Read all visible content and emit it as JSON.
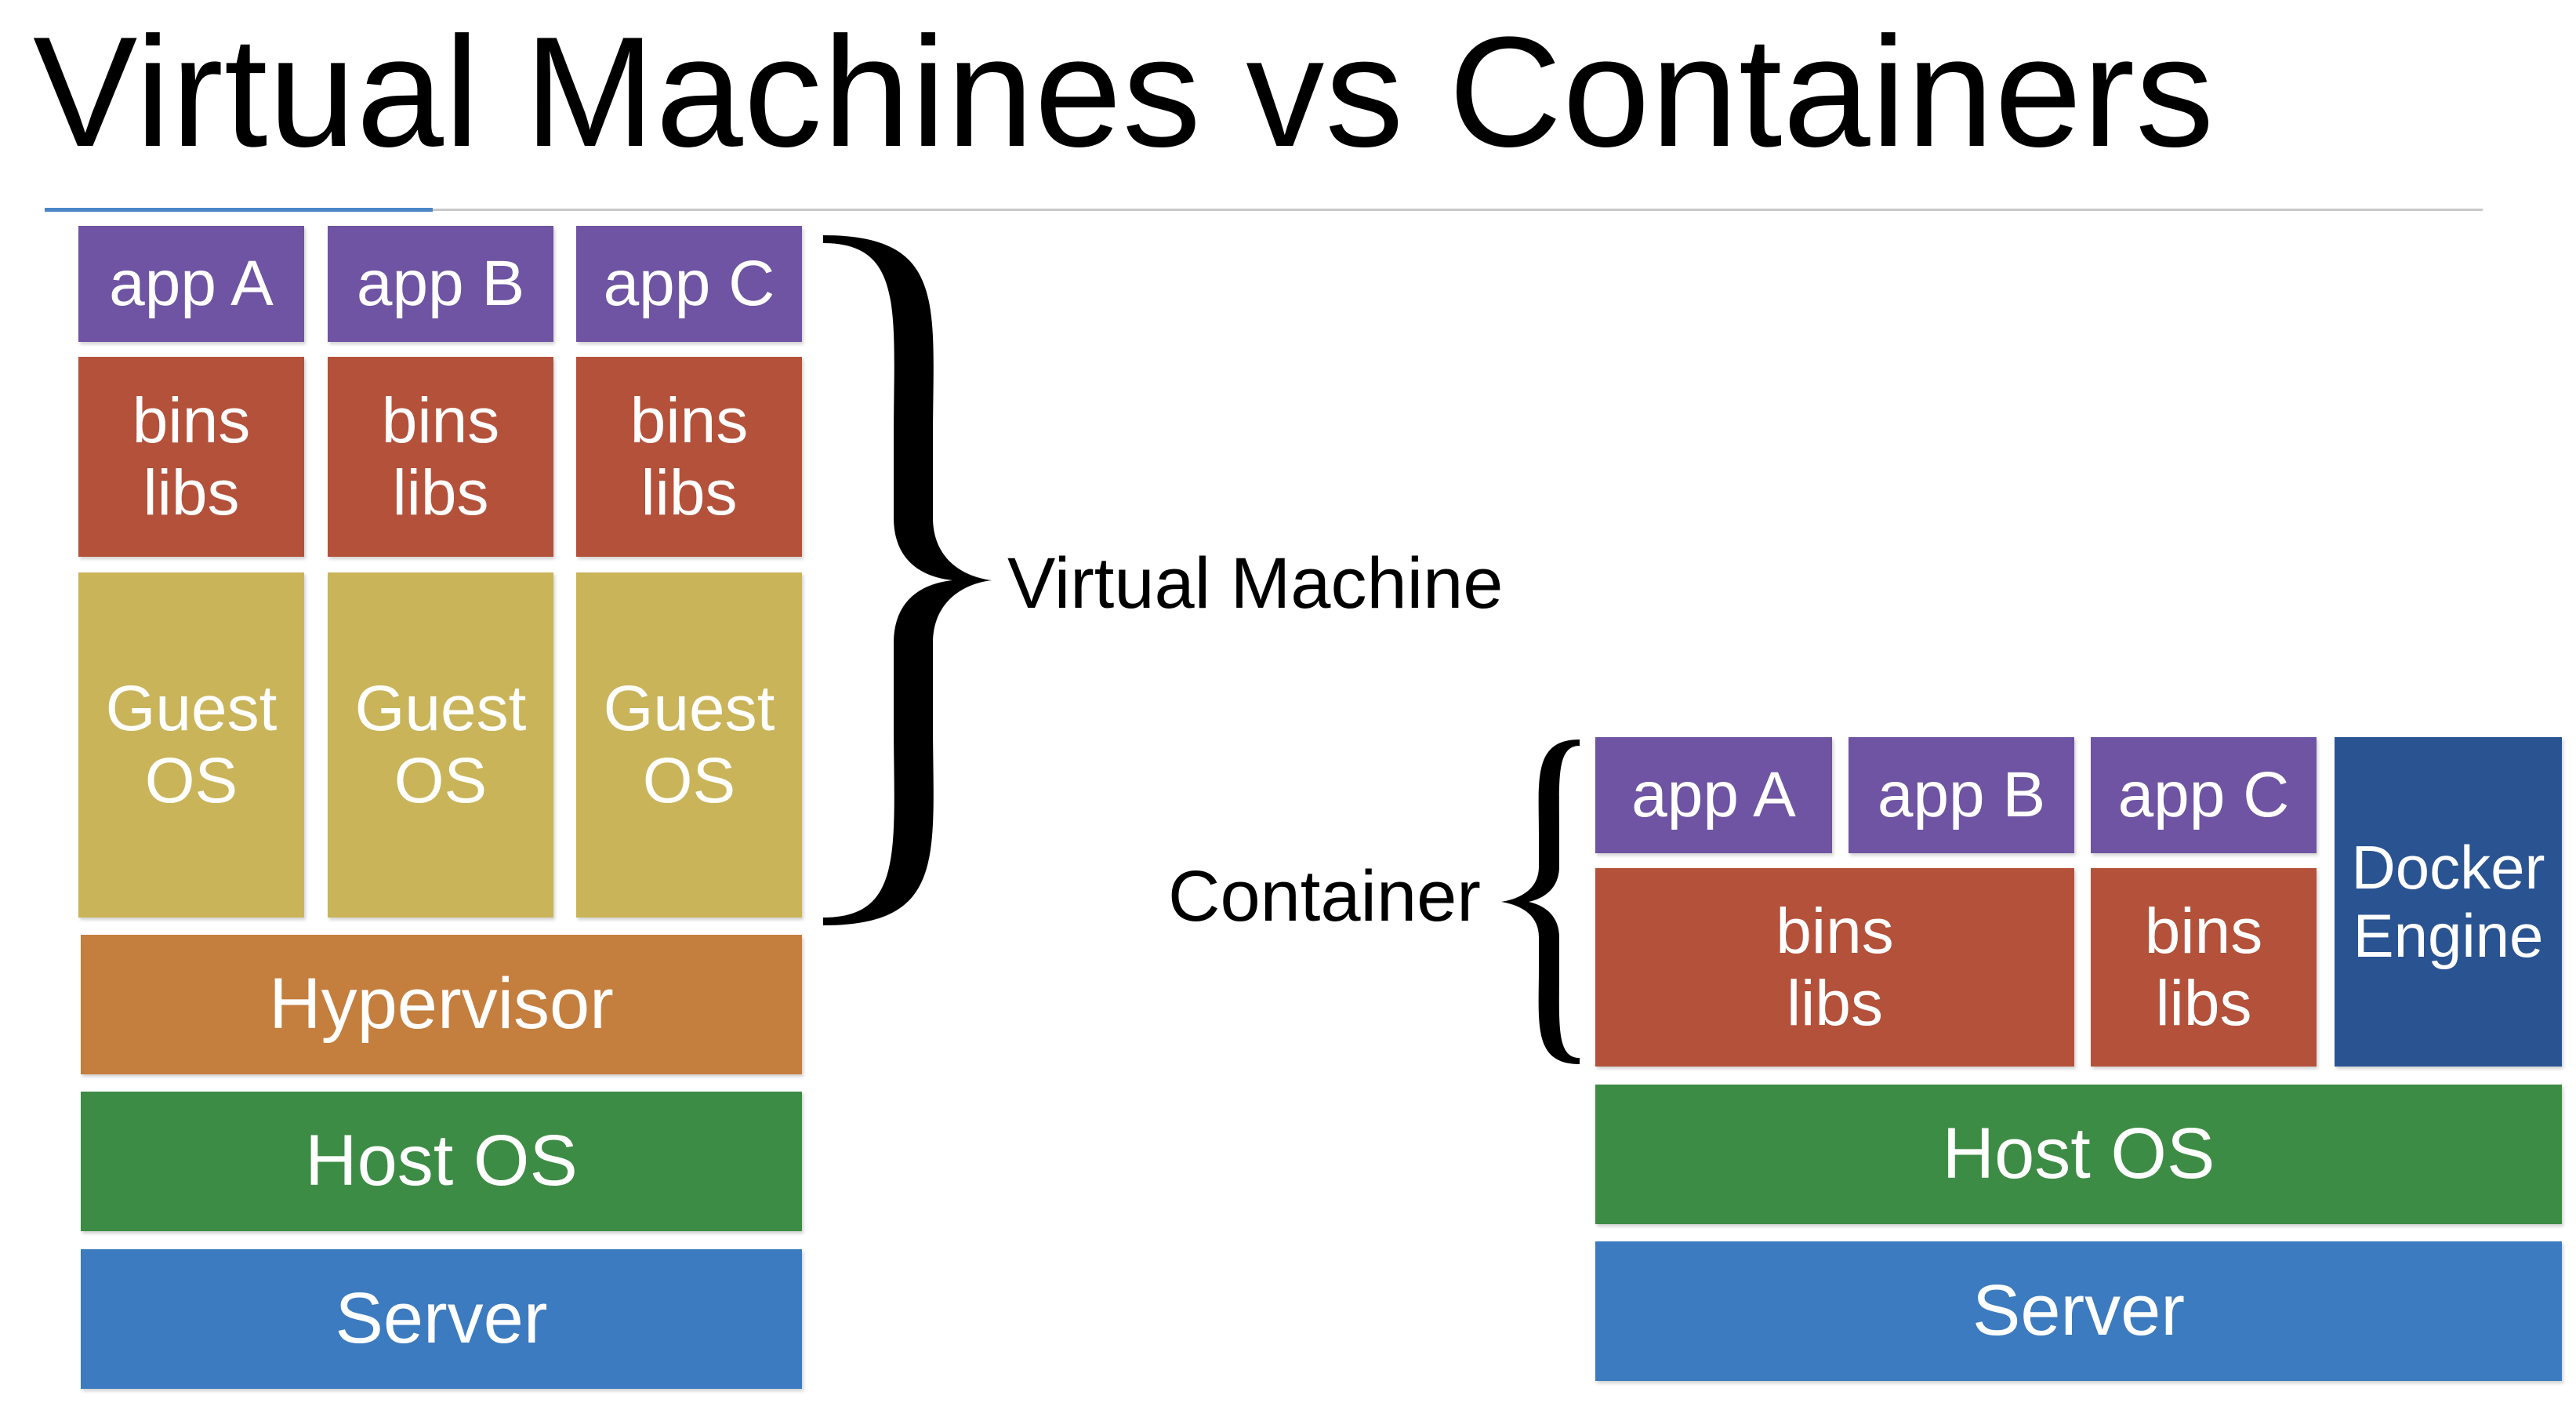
{
  "title": "Virtual Machines vs Containers",
  "colors": {
    "app": "#6e54a2",
    "bins_libs": "#b4513a",
    "guest_os": "#c9b45a",
    "hypervisor": "#c47e3e",
    "host_os": "#3d8c45",
    "server": "#3c7bbf",
    "docker_engine": "#2a5391"
  },
  "vm": {
    "apps": [
      "app A",
      "app B",
      "app C"
    ],
    "bins_libs": [
      {
        "line1": "bins",
        "line2": "libs"
      },
      {
        "line1": "bins",
        "line2": "libs"
      },
      {
        "line1": "bins",
        "line2": "libs"
      }
    ],
    "guest_os": [
      {
        "line1": "Guest",
        "line2": "OS"
      },
      {
        "line1": "Guest",
        "line2": "OS"
      },
      {
        "line1": "Guest",
        "line2": "OS"
      }
    ],
    "hypervisor": "Hypervisor",
    "host_os": "Host OS",
    "server": "Server",
    "brace_label": "Virtual Machine"
  },
  "container": {
    "apps": [
      "app A",
      "app B",
      "app C"
    ],
    "bins_libs": [
      {
        "line1": "bins",
        "line2": "libs"
      },
      {
        "line1": "bins",
        "line2": "libs"
      }
    ],
    "docker_engine": {
      "line1": "Docker",
      "line2": "Engine"
    },
    "host_os": "Host OS",
    "server": "Server",
    "brace_label": "Container"
  }
}
